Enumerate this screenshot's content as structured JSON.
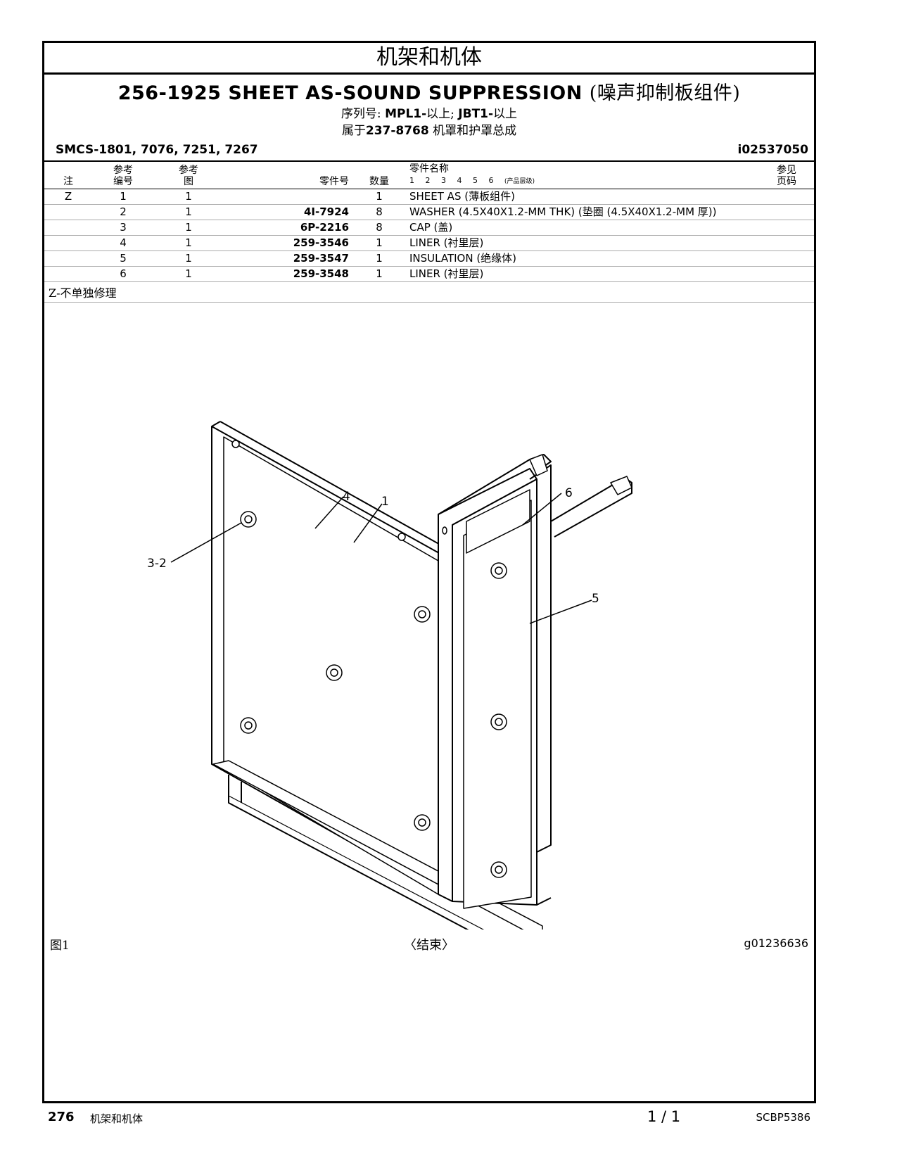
{
  "section_title": "机架和机体",
  "title": {
    "part": "256-1925",
    "name": "SHEET AS-SOUND SUPPRESSION",
    "name_zh": "(噪声抑制板组件)"
  },
  "serial": {
    "label": "序列号:",
    "value1": "MPL1-",
    "suffix1": "以上;",
    "value2": "JBT1-",
    "suffix2": "以上"
  },
  "belongs": {
    "prefix": "属于",
    "part": "237-8768",
    "name": "机罩和护罩总成"
  },
  "smcs": "SMCS-1801, 7076, 7251, 7267",
  "ident": "i02537050",
  "table": {
    "headers": {
      "note": "注",
      "ref_top": "参考",
      "ref_bottom": "编号",
      "fig_top": "参考",
      "fig_bottom": "图",
      "part": "零件号",
      "qty": "数量",
      "name_top": "零件名称",
      "levels": "1 2 3 4 5 6",
      "levels_note": "(产品层级)",
      "page_top": "参见",
      "page_bottom": "页码"
    },
    "rows": [
      {
        "note": "Z",
        "ref": "1",
        "fig": "1",
        "part": "",
        "qty": "1",
        "name": "SHEET AS (薄板组件)"
      },
      {
        "note": "",
        "ref": "2",
        "fig": "1",
        "part": "4I-7924",
        "qty": "8",
        "name": "WASHER (4.5X40X1.2-MM THK) (垫圈 (4.5X40X1.2-MM 厚))"
      },
      {
        "note": "",
        "ref": "3",
        "fig": "1",
        "part": "6P-2216",
        "qty": "8",
        "name": "CAP (盖)"
      },
      {
        "note": "",
        "ref": "4",
        "fig": "1",
        "part": "259-3546",
        "qty": "1",
        "name": "LINER (衬里层)"
      },
      {
        "note": "",
        "ref": "5",
        "fig": "1",
        "part": "259-3547",
        "qty": "1",
        "name": "INSULATION (绝缘体)"
      },
      {
        "note": "",
        "ref": "6",
        "fig": "1",
        "part": "259-3548",
        "qty": "1",
        "name": "LINER (衬里层)"
      }
    ]
  },
  "note": "Z-不单独修理",
  "callouts": {
    "c1": "1",
    "c4": "4",
    "c6": "6",
    "c5": "5",
    "c32": "3-2"
  },
  "figure_label": "图1",
  "end_mark": "〈结束〉",
  "graphic_id": "g01236636",
  "footer": {
    "page_number": "276",
    "section": "机架和机体",
    "page_fraction": "1 / 1",
    "doc_code": "SCBP5386"
  }
}
